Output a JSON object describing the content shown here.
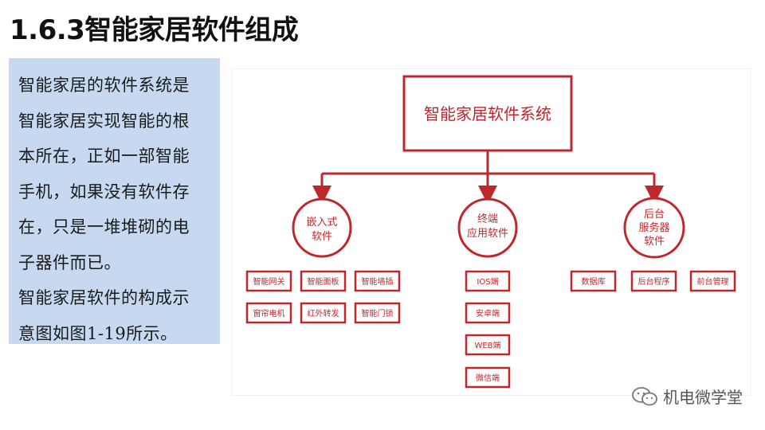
{
  "title": "1.6.3智能家居软件组成",
  "intro": {
    "paragraph1": "智能家居的软件系统是智能家居实现智能的根本所在，正如一部智能手机，如果没有软件存在，只是一堆堆砌的电子器件而已。",
    "paragraph2_lines": [
      "智能家居软件的构成示",
      "意图如图1-19所示。"
    ],
    "paragraph1_lines": [
      "智能家居的软件系统是",
      "智能家居实现智能的根",
      "本所在，正如一部智能",
      "手机，如果没有软件存",
      "在，只是一堆堆砌的电",
      "子器件而已。"
    ]
  },
  "diagram": {
    "root": "智能家居软件系统",
    "accent_color": "#c0272d",
    "branches": [
      {
        "label_lines": [
          "嵌入式",
          "软件"
        ],
        "items": [
          "智能网关",
          "智能面板",
          "智能墙插",
          "窗帘电机",
          "红外转发",
          "智能门锁"
        ]
      },
      {
        "label_lines": [
          "终端",
          "应用软件"
        ],
        "items": [
          "IOS端",
          "安卓端",
          "WEB端",
          "微信端"
        ]
      },
      {
        "label_lines": [
          "后台",
          "服务器",
          "软件"
        ],
        "items": [
          "数据库",
          "后台程序",
          "前台管理"
        ]
      }
    ]
  },
  "watermark": {
    "icon": "wechat-icon",
    "text": "机电微学堂"
  }
}
